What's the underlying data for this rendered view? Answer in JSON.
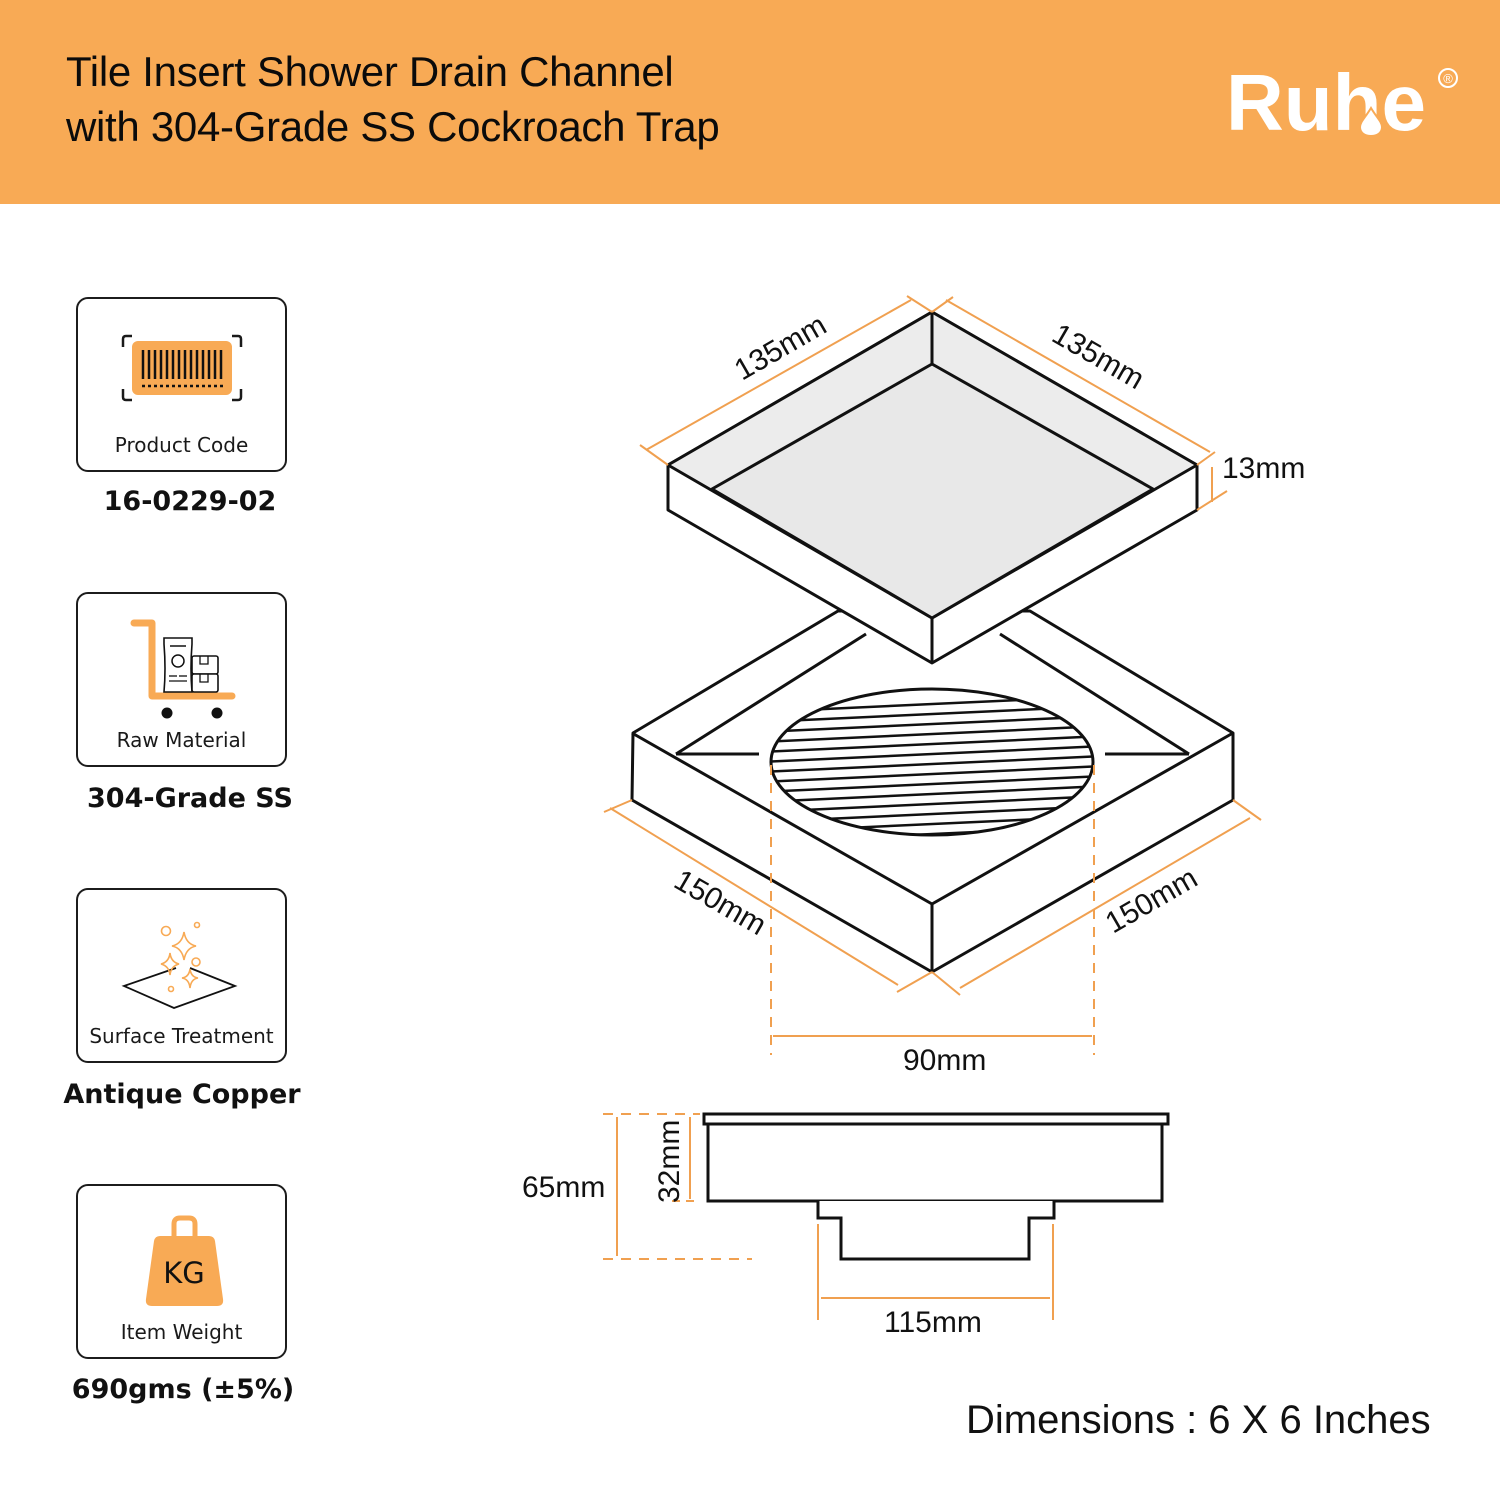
{
  "header": {
    "title_line1": "Tile Insert Shower Drain Channel",
    "title_line2": "with 304-Grade SS Cockroach Trap",
    "brand": "Ruhe",
    "brand_mark": "®",
    "background_color": "#f8aa55"
  },
  "specs": [
    {
      "label": "Product Code",
      "value": "16-0229-02",
      "icon": "barcode-icon"
    },
    {
      "label": "Raw Material",
      "value": "304-Grade SS",
      "icon": "material-cart-icon"
    },
    {
      "label": "Surface Treatment",
      "value": "Antique Copper",
      "icon": "sparkle-surface-icon"
    },
    {
      "label": "Item Weight",
      "value": "690gms (±5%)",
      "icon": "weight-icon",
      "icon_text": "KG"
    }
  ],
  "diagram": {
    "accent_color": "#f0a050",
    "labels": {
      "top_left": "135mm",
      "top_right": "135mm",
      "top_height": "13mm",
      "base_left": "150mm",
      "base_right": "150mm",
      "grate_diameter": "90mm",
      "total_height": "65mm",
      "body_height": "32mm",
      "trap_width": "115mm"
    }
  },
  "footer": {
    "dimensions": "Dimensions : 6 X 6 Inches"
  }
}
